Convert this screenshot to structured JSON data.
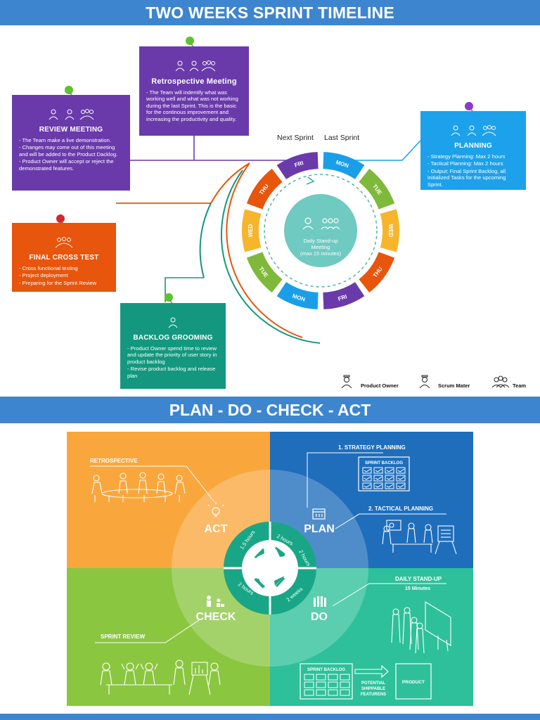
{
  "title_top": "TWO WEEKS SPRINT TIMELINE",
  "title_mid": "PLAN - DO - CHECK - ACT",
  "colors": {
    "banner": "#3d86cf",
    "purple": "#6a3aab",
    "orange": "#e8550c",
    "teal": "#13987f",
    "skyblue": "#1da1ea",
    "green": "#7fb93b",
    "yellow": "#f7b52b",
    "blue": "#1a9ee8",
    "pdca_orange": "#f9a73d",
    "pdca_blue": "#1e6ebc",
    "pdca_green": "#8bc640",
    "pdca_teal": "#2ec09a"
  },
  "cards": {
    "review": {
      "title": "Review Meeting",
      "items": [
        "- The Team make a live demonstration.",
        "- Changes may come out of this meeting and will be added to the Product Dacklog.",
        "- Product Owner will accept or reject the demonstrated features."
      ]
    },
    "retro": {
      "title": "Retrospective Meeting",
      "items": [
        "- The Team will indentify what was working well and what was not working during the last Sprint. This is the basic for the continous improvement and increasing the productivity and quality."
      ]
    },
    "planning": {
      "title": "Planning",
      "items": [
        "- Strategy Planning: Max 2 hours",
        "- Tactical Planning: Max 2 hours",
        "- Output: Final Sprint Backlog, all initialized Tasks for the upcoming Sprint."
      ]
    },
    "final": {
      "title": "Final Cross Test",
      "items": [
        "- Cross functional testing",
        "- Project deployment",
        "- Preparing for the Sprint Review"
      ]
    },
    "backlog": {
      "title": "Backlog Grooming",
      "items": [
        "- Product Owner spend time to review and update the priority of user story in product backlog",
        "- Revise product backlog and release plan"
      ]
    }
  },
  "sprint": {
    "next": "Next Sprint",
    "last": "Last Sprint",
    "center_line1": "Daily Stand-up",
    "center_line2": "Meeting",
    "center_line3": "(max 15 minutes)",
    "days": [
      "MON",
      "TUE",
      "WED",
      "THU",
      "FRI",
      "MON",
      "TUE",
      "WED",
      "THU",
      "FRI"
    ]
  },
  "legend": {
    "product_owner": "Product Owner",
    "scrum_master": "Scrum Mater",
    "team": "Team"
  },
  "pdca": {
    "retrospective": "RETROSPECTIVE",
    "strategy": "1. STRATEGY PLANNING",
    "sprint_backlog": "SPRINT BACKLOG",
    "tactical": "2. TACTICAL PLANNING",
    "daily": "DAILY STAND-UP",
    "daily_min": "15 Minutes",
    "sprint_review": "SPRINT REVIEW",
    "sprint_backlog2": "SPRINT BACKLOG",
    "potential": [
      "POTENTIAL",
      "SHIPPABLE",
      "FEATURENS"
    ],
    "product": "PRODUCT",
    "act": "ACT",
    "plan": "PLAN",
    "check": "CHECK",
    "do": "DO",
    "hub": [
      "1.5 hours",
      "2 hours",
      "2 hours",
      "2 weeks",
      "2 hours"
    ]
  }
}
